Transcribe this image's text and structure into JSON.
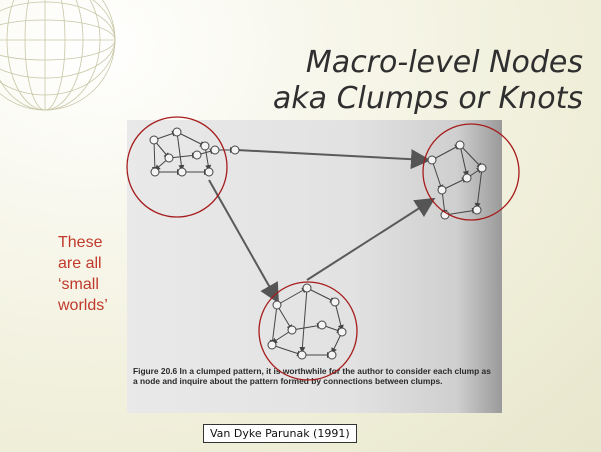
{
  "slide": {
    "title_line1": "Macro-level Nodes",
    "title_line2": "aka Clumps or Knots",
    "side_note": "These are all ‘small worlds’",
    "caption": "Figure 20.6  In a clumped pattern, it is worthwhile for the author to consider each clump as a node and inquire about the pattern formed by connections between clumps.",
    "citation": "Van Dyke Parunak (1991)"
  },
  "colors": {
    "accent_red": "#c0392b",
    "circle_outline": "#a61c1c",
    "background": "#efeed8"
  }
}
